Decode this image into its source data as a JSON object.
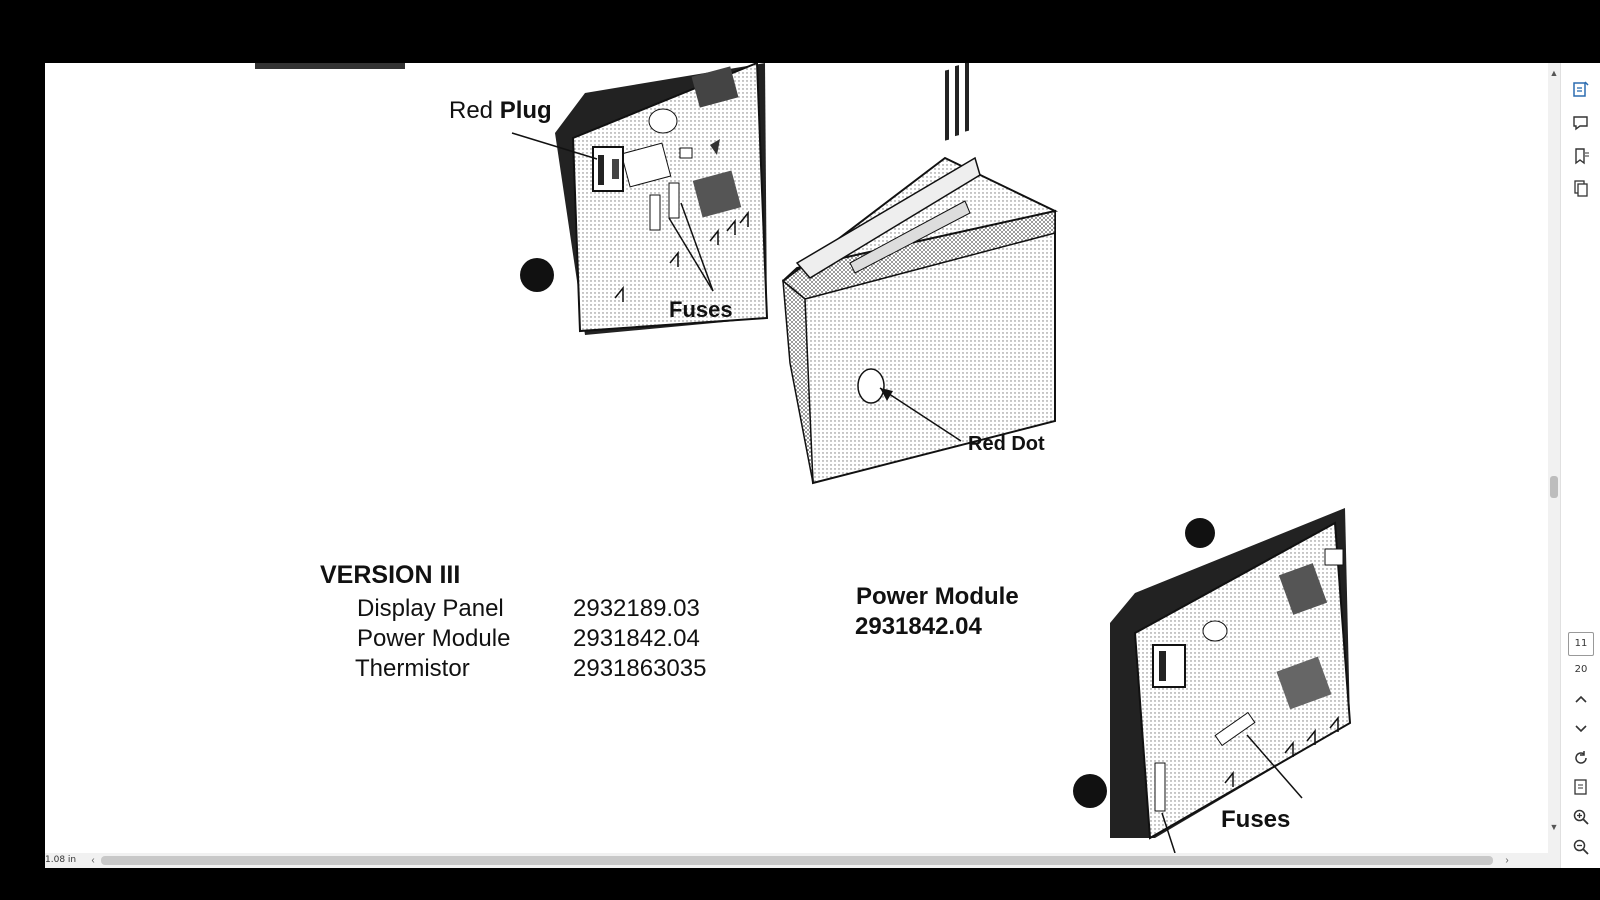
{
  "document": {
    "labels": {
      "red_plug_prefix": "Red",
      "red_plug_bold": "Plug",
      "fuses_top": "Fuses",
      "red_dot": "Red Dot",
      "fuses_bottom": "Fuses"
    },
    "version": {
      "heading": "VERSION III",
      "parts": [
        {
          "name": "Display Panel",
          "number": "2932189.03"
        },
        {
          "name": "Power Module",
          "number": "2931842.04"
        },
        {
          "name": "Thermistor",
          "number": "2931863035"
        }
      ]
    },
    "power_module_caption": {
      "title": "Power Module",
      "number": "2931842.04"
    }
  },
  "viewer": {
    "cursor_position": "1.08 in",
    "page_current": "11",
    "page_total": "20"
  },
  "icons": {
    "toolbar": [
      "edit-pdf-icon",
      "comment-icon",
      "bookmark-icon",
      "pages-icon"
    ],
    "nav": [
      "chevron-up-icon",
      "chevron-down-icon",
      "rotate-icon",
      "page-fit-icon",
      "zoom-in-icon",
      "zoom-out-icon"
    ]
  }
}
